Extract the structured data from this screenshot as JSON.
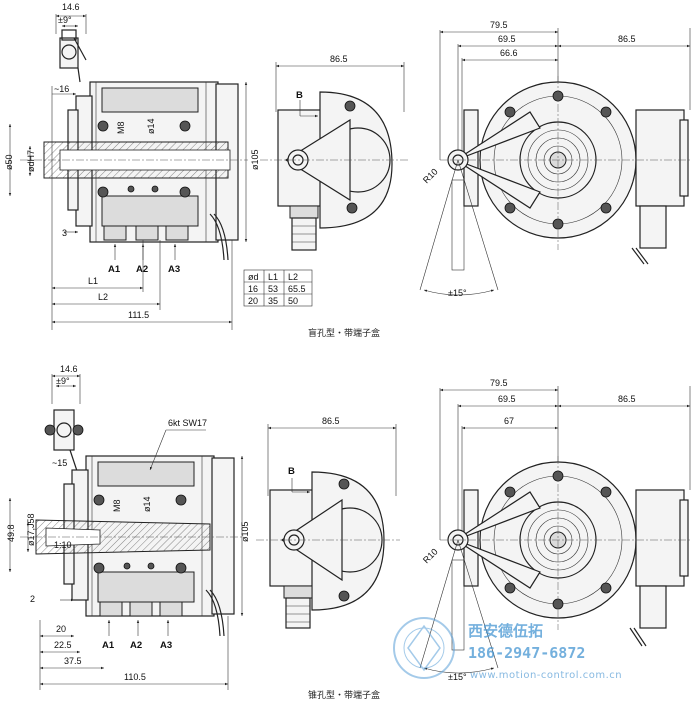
{
  "views": {
    "top": {
      "caption": "盲孔型・带端子盒",
      "dims": {
        "d1": "14.6",
        "d2": "±9°",
        "d3": "~16",
        "d4": "ø50",
        "d5": "ødH7",
        "d6": "3",
        "d7": "M8",
        "d8": "ø14",
        "d9": "ø105",
        "d10": "L1",
        "d11": "L2",
        "d12": "111.5",
        "d13": "86.5",
        "d14": "B",
        "d15": "79.5",
        "d16": "69.5",
        "d17": "66.6",
        "d18": "86.5",
        "d19": "R10",
        "d20": "±15°"
      },
      "connectors": [
        "A1",
        "A2",
        "A3"
      ],
      "table": {
        "headers": [
          "ød",
          "L1",
          "L2"
        ],
        "rows": [
          [
            "16",
            "53",
            "65.5"
          ],
          [
            "20",
            "35",
            "50"
          ]
        ]
      }
    },
    "bottom": {
      "caption": "锥孔型・带端子盒",
      "dims": {
        "d1": "14.6",
        "d2": "±9°",
        "d3": "~15",
        "d4": "6kt SW17",
        "d5": "49.8",
        "d6": "ø17,J58",
        "d7": "1:10",
        "d8": "M8",
        "d9": "ø14",
        "d10": "ø105",
        "d11": "2",
        "d12": "20",
        "d13": "22.5",
        "d14": "37.5",
        "d15": "110.5",
        "d16": "86.5",
        "d17": "B",
        "d18": "79.5",
        "d19": "69.5",
        "d20": "67",
        "d21": "86.5",
        "d22": "R10",
        "d23": "±15°"
      },
      "connectors": [
        "A1",
        "A2",
        "A3"
      ]
    }
  },
  "watermark": {
    "company": "西安德伍拓",
    "phone": "186-2947-6872",
    "url": "www.motion-control.com.cn"
  }
}
